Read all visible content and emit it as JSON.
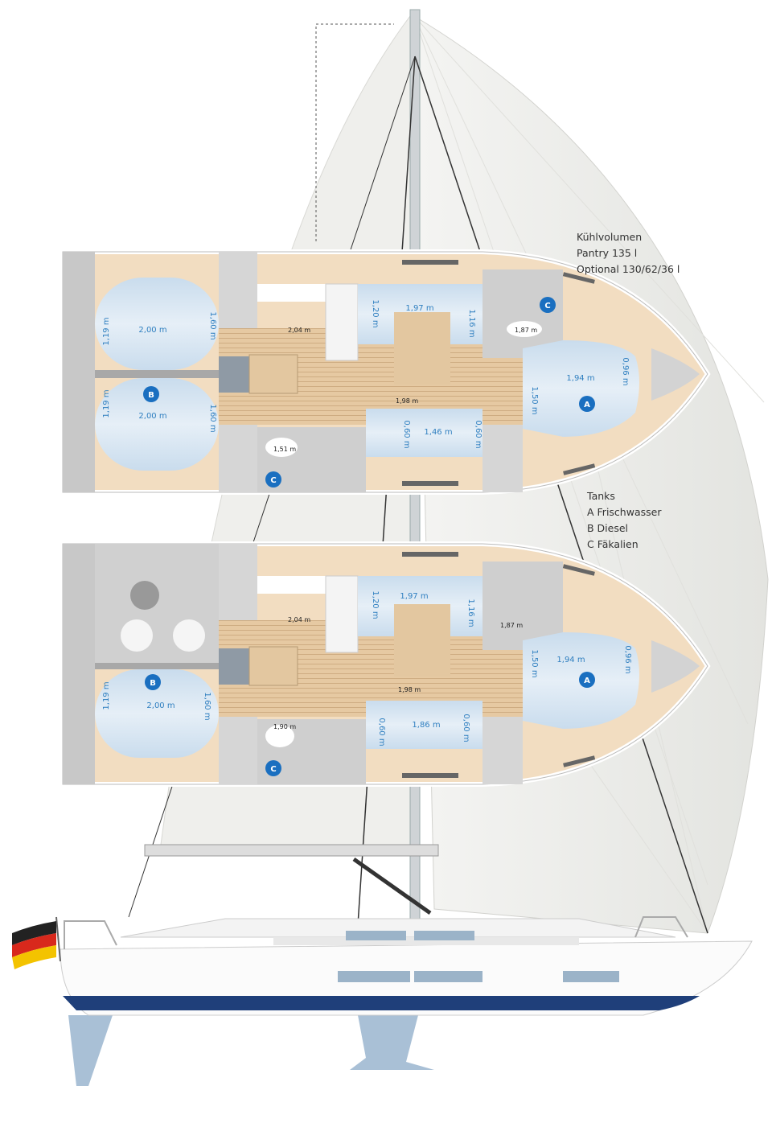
{
  "colors": {
    "wood": "#e9cda8",
    "cabin": "#d3e3ef",
    "gray": "#c9c9c9",
    "tank": "#1a6fc0",
    "dim": "#2f7fc0",
    "hull_stripe": "#1f3f7a",
    "keel": "#a9c0d6"
  },
  "notes": {
    "fridge": [
      "Kühlvolumen",
      "Pantry 135 l",
      "Optional 130/62/36 l"
    ],
    "tanks": [
      "Tanks",
      "A Frischwasser",
      "B Diesel",
      "C Fäkalien"
    ]
  },
  "plan1": {
    "aft_upper": {
      "width": "1,19 m",
      "length": "2,00 m",
      "width2": "1,60 m"
    },
    "aft_lower": {
      "width": "1,19 m",
      "length": "2,00 m",
      "width2": "1,60 m",
      "tank": "B"
    },
    "salon_headroom": "2,04 m",
    "galley": "1,20 m",
    "settee_len": "1,97 m",
    "settee_w": "1,16 m",
    "fwd_head_headroom": "1,87 m",
    "fwd_head_tank": "C",
    "vberth": {
      "length": "1,94 m",
      "width": "0,96 m",
      "width2": "1,50 m",
      "tank": "A"
    },
    "center_headroom": "1,98 m",
    "stbd_settee": {
      "w1": "0,60 m",
      "len": "1,46 m",
      "w2": "0,60 m"
    },
    "aft_head_headroom": "1,51 m",
    "aft_head_tank": "C"
  },
  "plan2": {
    "aft_lower": {
      "width": "1,19 m",
      "length": "2,00 m",
      "width2": "1,60 m",
      "tank": "B"
    },
    "salon_headroom": "2,04 m",
    "galley": "1,20 m",
    "settee_len": "1,97 m",
    "settee_w": "1,16 m",
    "fwd_headroom": "1,87 m",
    "vberth": {
      "length": "1,94 m",
      "width": "0,96 m",
      "width2": "1,50 m",
      "tank": "A"
    },
    "center_headroom": "1,98 m",
    "stbd_settee": {
      "w1": "0,60 m",
      "len": "1,86 m",
      "w2": "0,60 m"
    },
    "aft_head_headroom": "1,90 m",
    "aft_head_tank": "C"
  }
}
